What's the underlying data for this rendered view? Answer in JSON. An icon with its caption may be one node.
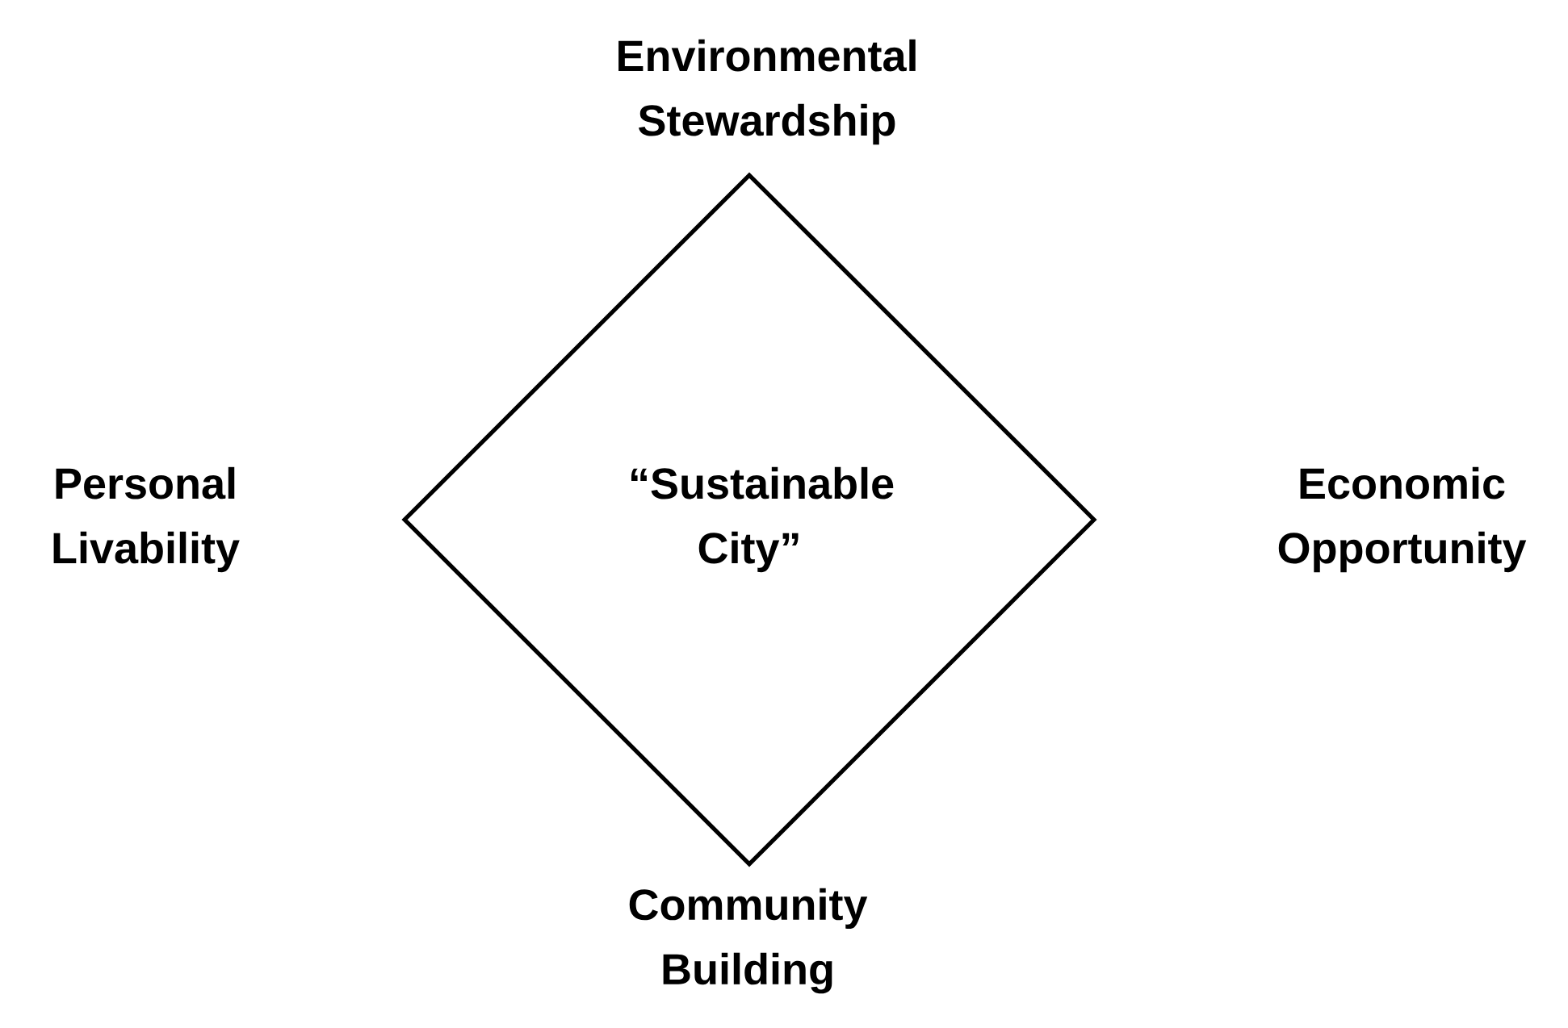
{
  "diagram": {
    "nodes": [
      {
        "text": [
          "“Sustainable City”"
        ]
      }
    ],
    "labels": [
      "Environmental Stewardship",
      "Personal Livability",
      "Economic Opportunity",
      "Community Building"
    ]
  }
}
